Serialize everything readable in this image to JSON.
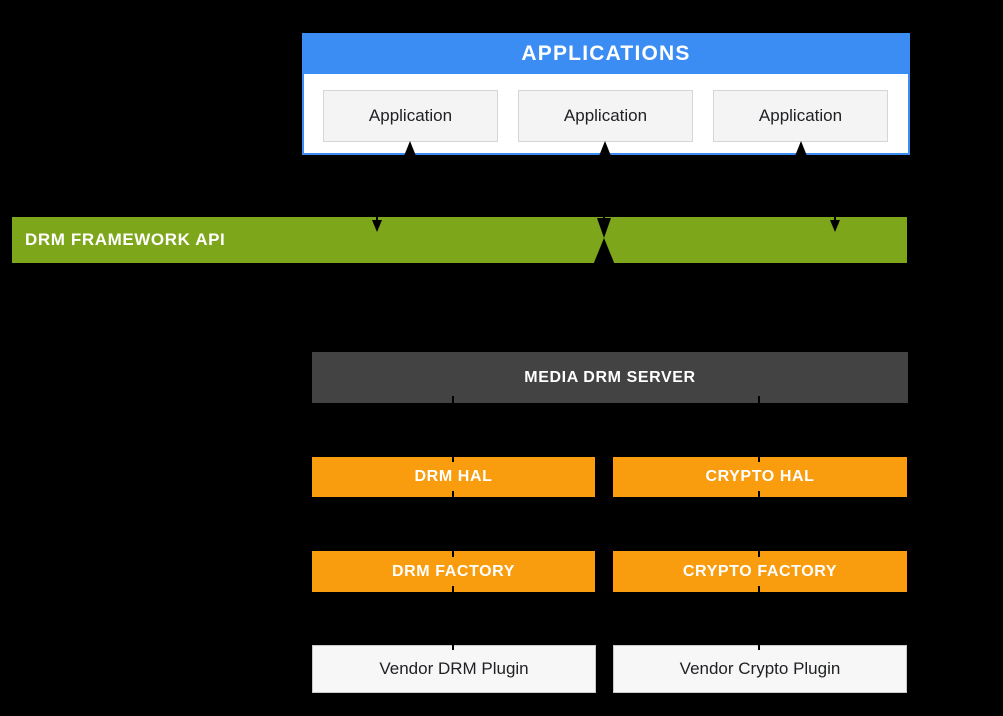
{
  "colors": {
    "background": "#000000",
    "panel_blue": "#3b8df3",
    "framework_green": "#7ea61b",
    "hal_orange": "#f99d0e",
    "server_gray": "#434343",
    "app_box_fill": "#f4f4f4",
    "app_box_border": "#d5d5d5",
    "vendor_fill": "#f7f7f7",
    "vendor_border": "#c9c9c9",
    "arrow_black": "#000000",
    "text_light": "#ffffff",
    "text_dark": "#202124"
  },
  "applications_panel": {
    "title": "APPLICATIONS",
    "apps": [
      {
        "label": "Application"
      },
      {
        "label": "Application"
      },
      {
        "label": "Application"
      }
    ]
  },
  "framework_bar": {
    "label": "DRM FRAMEWORK API"
  },
  "server_bar": {
    "label": "MEDIA DRM SERVER"
  },
  "hal_row": {
    "drm": {
      "label": "DRM HAL"
    },
    "crypto": {
      "label": "CRYPTO HAL"
    }
  },
  "factory_row": {
    "drm": {
      "label": "DRM FACTORY"
    },
    "crypto": {
      "label": "CRYPTO FACTORY"
    }
  },
  "vendor_row": {
    "drm": {
      "label": "Vendor DRM Plugin"
    },
    "crypto": {
      "label": "Vendor Crypto Plugin"
    }
  },
  "connections": [
    {
      "from": "drm-framework-api",
      "to": "application-1",
      "direction": "up"
    },
    {
      "from": "drm-framework-api",
      "to": "application-2",
      "direction": "up"
    },
    {
      "from": "drm-framework-api",
      "to": "application-3",
      "direction": "up"
    },
    {
      "from": "applications",
      "to": "drm-framework-api",
      "direction": "down",
      "count": 3
    },
    {
      "from": "media-drm-server",
      "to": "drm-framework-api",
      "direction": "up"
    },
    {
      "from": "media-drm-server",
      "to": "drm-hal",
      "direction": "both"
    },
    {
      "from": "media-drm-server",
      "to": "crypto-hal",
      "direction": "both"
    },
    {
      "from": "drm-hal",
      "to": "drm-factory",
      "direction": "both"
    },
    {
      "from": "crypto-hal",
      "to": "crypto-factory",
      "direction": "both"
    },
    {
      "from": "drm-factory",
      "to": "vendor-drm-plugin",
      "direction": "both"
    },
    {
      "from": "crypto-factory",
      "to": "vendor-crypto-plugin",
      "direction": "both"
    }
  ]
}
